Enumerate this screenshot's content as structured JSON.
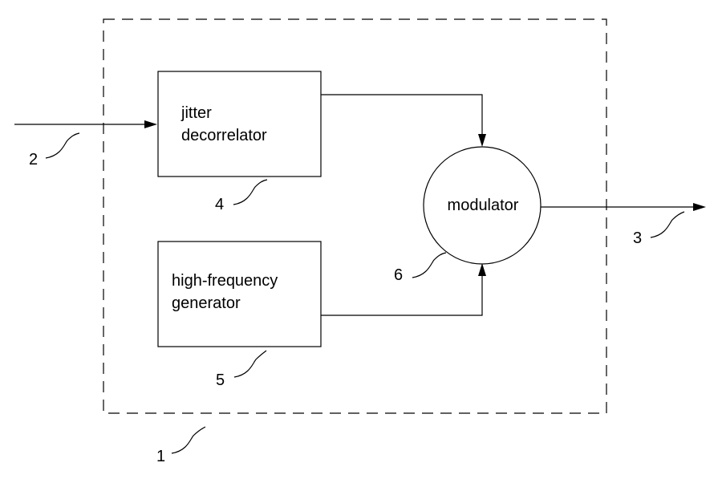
{
  "blocks": {
    "jitter_decorrelator": {
      "line1": "jitter",
      "line2": "decorrelator",
      "ref": "4"
    },
    "hf_generator": {
      "line1": "high-frequency",
      "line2": "generator",
      "ref": "5"
    },
    "modulator": {
      "label": "modulator",
      "ref": "6"
    }
  },
  "refs": {
    "system": "1",
    "input": "2",
    "output": "3"
  },
  "colors": {
    "line": "#000000",
    "background": "#ffffff"
  }
}
